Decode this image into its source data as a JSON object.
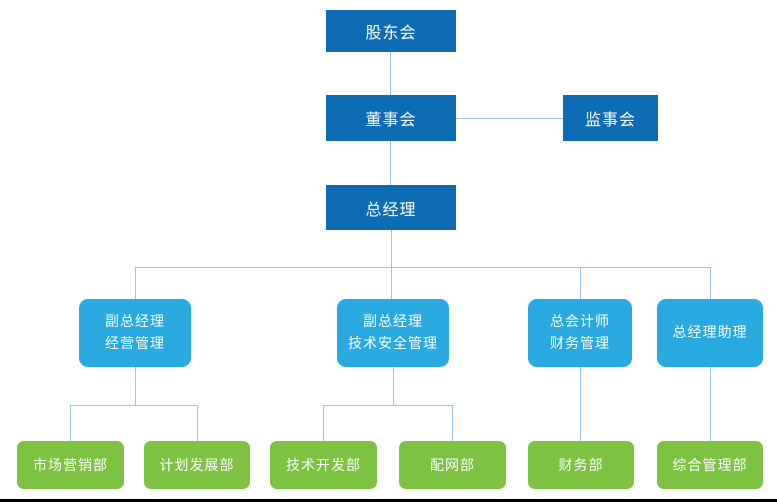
{
  "diagram_type": "org-chart",
  "colors": {
    "dark_blue": "#0E6CB4",
    "cyan": "#29ABE2",
    "green": "#7DC242",
    "connector_line": "#9DC3E6",
    "text": "#FFFFFF",
    "bottom_rule": "#000000"
  },
  "org": {
    "shareholders": "股东会",
    "board": "董事会",
    "supervisory": "监事会",
    "gm": "总经理",
    "level4": [
      {
        "id": "deputy-gm-operations",
        "line1": "副总经理",
        "line2": "经营管理"
      },
      {
        "id": "deputy-gm-tech-safety",
        "line1": "副总经理",
        "line2": "技术安全管理"
      },
      {
        "id": "chief-accountant",
        "line1": "总会计师",
        "line2": "财务管理"
      },
      {
        "id": "gm-assistant",
        "line1": "总经理助理",
        "line2": ""
      }
    ],
    "level5": [
      {
        "id": "marketing-dept",
        "label": "市场营销部"
      },
      {
        "id": "planning-dev-dept",
        "label": "计划发展部"
      },
      {
        "id": "tech-dev-dept",
        "label": "技术开发部"
      },
      {
        "id": "distribution-network-dept",
        "label": "配网部"
      },
      {
        "id": "finance-dept",
        "label": "财务部"
      },
      {
        "id": "general-admin-dept",
        "label": "综合管理部"
      }
    ]
  }
}
